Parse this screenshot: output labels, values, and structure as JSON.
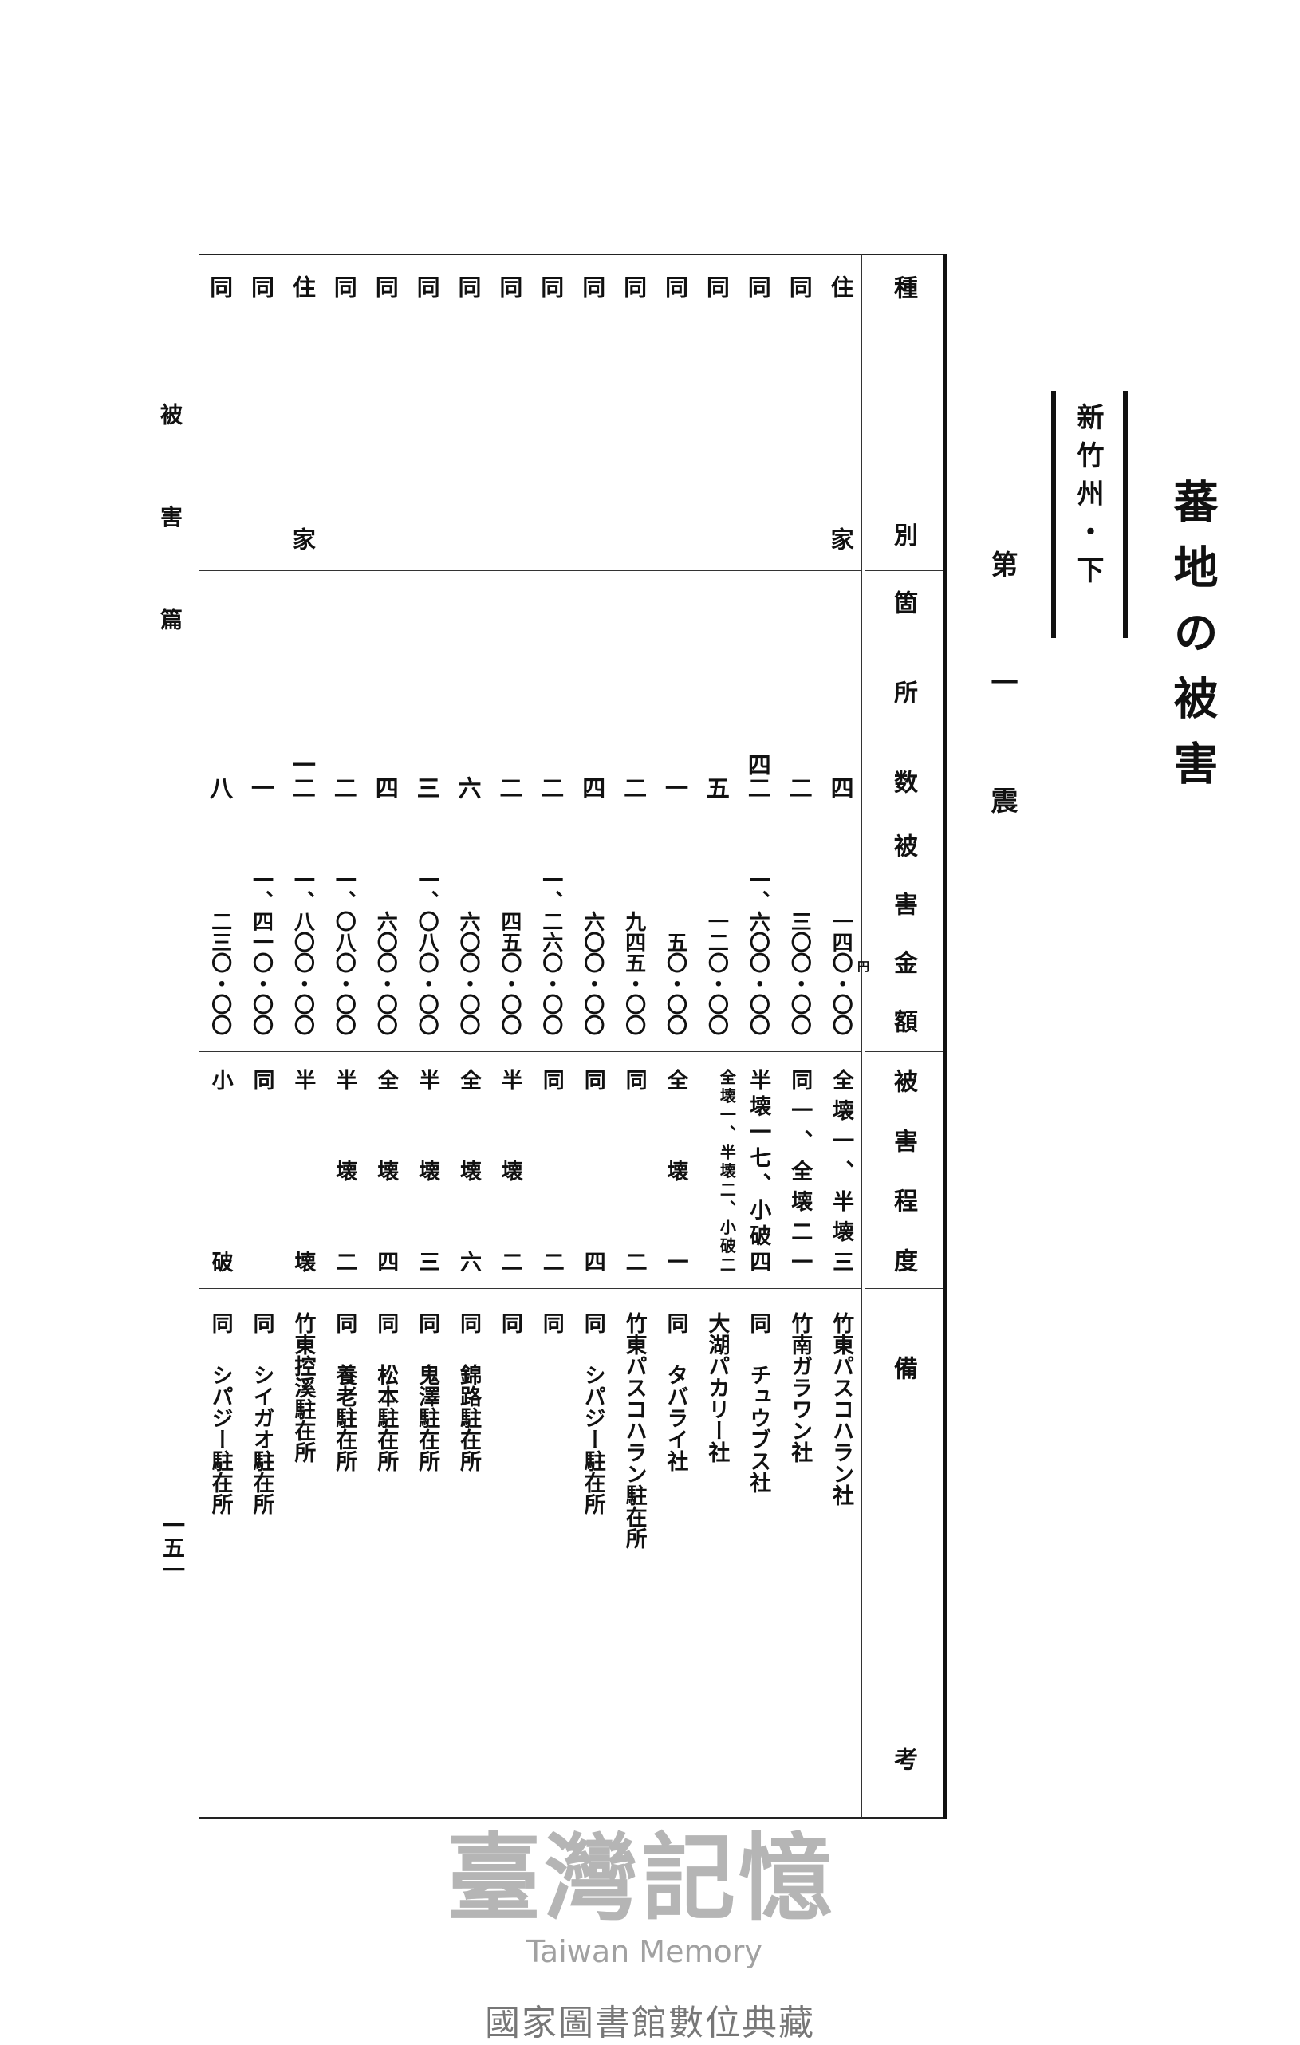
{
  "title": "蕃地の被害",
  "prefecture": "新竹州・下",
  "quake": "第一震",
  "section_label": "被害篇",
  "page_number": "一五一",
  "footer": "國家圖書館數位典藏",
  "watermark": {
    "main": "臺灣記憶",
    "sub": "Taiwan Memory"
  },
  "headers": {
    "type": "種別",
    "count": "箇所数",
    "amount": "被害金額",
    "degree": "被害程度",
    "remarks": "備考"
  },
  "yen_unit": "円",
  "rows": [
    {
      "type": "住家",
      "count": "四",
      "amount": "一四〇・〇〇",
      "degree": "全壊一、半壊三",
      "remark_a": "竹東パスコハラン社",
      "remark_b": ""
    },
    {
      "type": "同",
      "count": "二",
      "amount": "三〇〇・〇〇",
      "degree": "同一、全壊二一",
      "remark_a": "竹南ガラワン社",
      "remark_b": ""
    },
    {
      "type": "同",
      "count": "四二",
      "amount": "一、六〇〇・〇〇",
      "degree": "半壊一七、小破四",
      "remark_a": "同",
      "remark_b": "チュウブス社"
    },
    {
      "type": "同",
      "count": "五",
      "amount": "一二〇・〇〇",
      "degree": "全壊一、半壊二、小破二",
      "remark_a": "大湖パカリー社",
      "remark_b": ""
    },
    {
      "type": "同",
      "count": "一",
      "amount": "五〇・〇〇",
      "degree": "全壊一",
      "remark_a": "同",
      "remark_b": "タバライ社"
    },
    {
      "type": "同",
      "count": "二",
      "amount": "九四五・〇〇",
      "degree": "同二",
      "remark_a": "竹東パスコハラン駐在所",
      "remark_b": ""
    },
    {
      "type": "同",
      "count": "四",
      "amount": "六〇〇・〇〇",
      "degree": "同四",
      "remark_a": "同",
      "remark_b": "シパジー駐在所"
    },
    {
      "type": "同",
      "count": "二",
      "amount": "一、二六〇・〇〇",
      "degree": "同二",
      "remark_a": "同",
      "remark_b": ""
    },
    {
      "type": "同",
      "count": "二",
      "amount": "四五〇・〇〇",
      "degree": "半壊二",
      "remark_a": "同",
      "remark_b": ""
    },
    {
      "type": "同",
      "count": "六",
      "amount": "六〇〇・〇〇",
      "degree": "全壊六",
      "remark_a": "同",
      "remark_b": "錦路駐在所"
    },
    {
      "type": "同",
      "count": "三",
      "amount": "一、〇八〇・〇〇",
      "degree": "半壊三",
      "remark_a": "同",
      "remark_b": "鬼澤駐在所"
    },
    {
      "type": "同",
      "count": "四",
      "amount": "六〇〇・〇〇",
      "degree": "全壊四",
      "remark_a": "同",
      "remark_b": "松本駐在所"
    },
    {
      "type": "同",
      "count": "二",
      "amount": "一、〇八〇・〇〇",
      "degree": "半壊二",
      "remark_a": "同",
      "remark_b": "養老駐在所"
    },
    {
      "type": "住家",
      "count": "一二",
      "amount": "一、八〇〇・〇〇",
      "degree": "半壊",
      "remark_a": "竹東控溪駐在所",
      "remark_b": ""
    },
    {
      "type": "同",
      "count": "一",
      "amount": "一、四一〇・〇〇",
      "degree": "同",
      "remark_a": "同",
      "remark_b": "シイガオ駐在所"
    },
    {
      "type": "同",
      "count": "八",
      "amount": "二三〇・〇〇",
      "degree": "小破",
      "remark_a": "同",
      "remark_b": "シパジー駐在所"
    }
  ]
}
